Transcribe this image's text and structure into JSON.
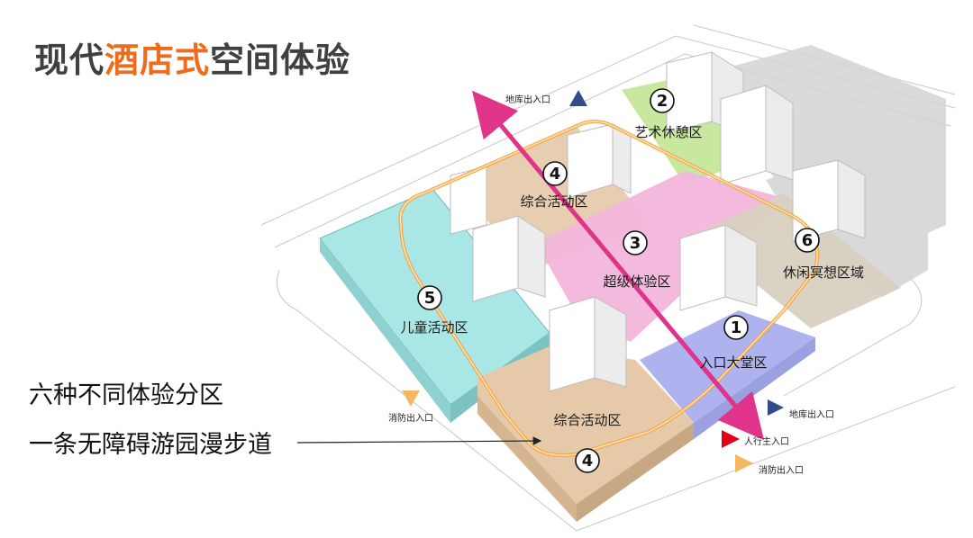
{
  "title": {
    "prefix": "现代",
    "highlight": "酒店式",
    "suffix": "空间体验"
  },
  "notes": [
    "六种不同体验分区",
    "一条无障碍游园漫步道"
  ],
  "zones": [
    {
      "id": "zone-2",
      "num": "2",
      "label": "艺术休憩区"
    },
    {
      "id": "zone-4-top",
      "num": "4",
      "label": "综合活动区"
    },
    {
      "id": "zone-3",
      "num": "3",
      "label": "超级体验区"
    },
    {
      "id": "zone-6",
      "num": "6",
      "label": "休闲冥想区域"
    },
    {
      "id": "zone-5",
      "num": "5",
      "label": "儿童活动区"
    },
    {
      "id": "zone-1",
      "num": "1",
      "label": "入口大堂区"
    },
    {
      "id": "zone-4-bottom",
      "num": "4",
      "label": "综合活动区"
    }
  ],
  "entrances": {
    "garage_top": "地库出入口",
    "garage_right": "地库出入口",
    "fire_left": "消防出入口",
    "fire_right": "消防出入口",
    "pedestrian_main": "人行主入口"
  },
  "colors": {
    "title_accent": "#ef6c1c",
    "path": "#f4a23c",
    "axis": "#e0348a",
    "zone_art": "#c8e8a0",
    "zone_activity": "#e6c9a8",
    "zone_super": "#f2b6dc",
    "zone_meditation": "#d8d0c0",
    "zone_children": "#a9e6e6",
    "zone_lobby": "#aeb2ee"
  }
}
